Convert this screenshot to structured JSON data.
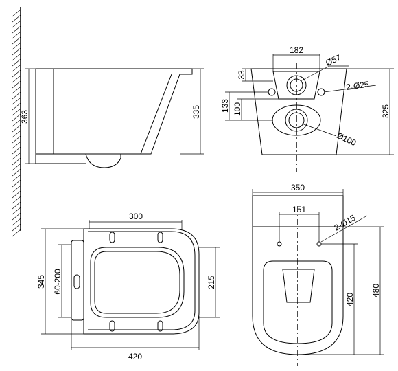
{
  "views": {
    "side": {
      "height_total": "363",
      "height_body": "335"
    },
    "rear": {
      "bracket_width": "182",
      "outlet_diameter": "Ø57",
      "fixing_holes": "2-Ø25",
      "top_offset": "33",
      "hole_height": "133",
      "inner_height": "100",
      "total_height": "325",
      "waste_diameter": "Ø100"
    },
    "seat": {
      "hinge_spacing": "300",
      "overall_height": "345",
      "adjust_range": "60-200",
      "inner_width": "215",
      "overall_width": "420"
    },
    "top": {
      "overall_width": "350",
      "hole_spacing": "151",
      "fixing_holes": "2-Ø15",
      "depth_inner": "420",
      "depth_total": "480"
    }
  }
}
